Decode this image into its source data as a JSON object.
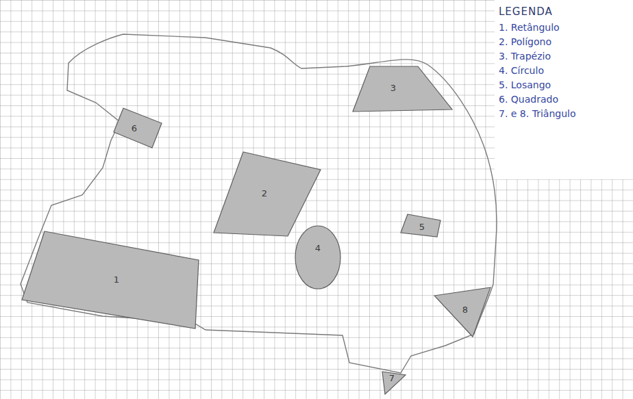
{
  "diagram": {
    "nodes": [
      {
        "text": [
          "1"
        ]
      },
      {
        "text": [
          "2"
        ]
      },
      {
        "text": [
          "3"
        ]
      },
      {
        "text": [
          "4"
        ]
      },
      {
        "text": [
          "5"
        ]
      },
      {
        "text": [
          "6"
        ]
      },
      {
        "text": [
          "7"
        ]
      },
      {
        "text": [
          "8"
        ]
      }
    ],
    "labels": [
      "LEGENDA"
    ],
    "legend": [
      {
        "text": "1. Retângulo"
      },
      {
        "text": "2. Polígono"
      },
      {
        "text": "3. Trapézio"
      },
      {
        "text": "4. Círculo"
      },
      {
        "text": "5. Losango"
      },
      {
        "text": "6. Quadrado"
      },
      {
        "text": "7. e 8. Triângulo"
      }
    ]
  }
}
